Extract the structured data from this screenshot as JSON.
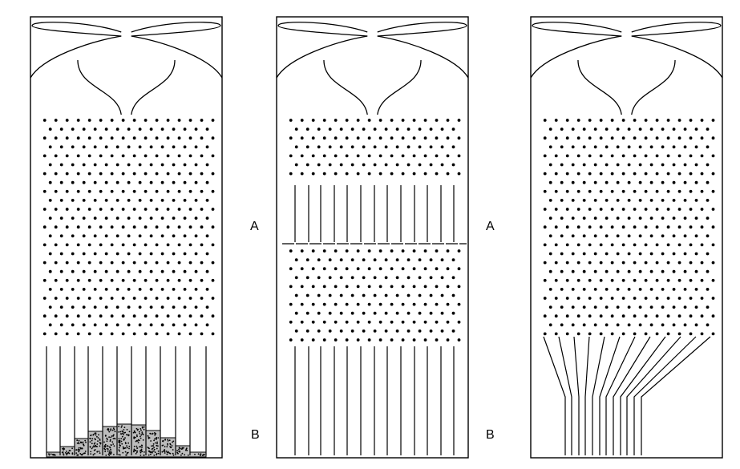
{
  "labels": {
    "between_1_2": {
      "a": "A",
      "b": "B"
    },
    "between_2_3": {
      "a": "A",
      "b": "B"
    }
  },
  "colors": {
    "ink": "#000000",
    "fill": "#bdbdbd",
    "background": "#ffffff"
  }
}
